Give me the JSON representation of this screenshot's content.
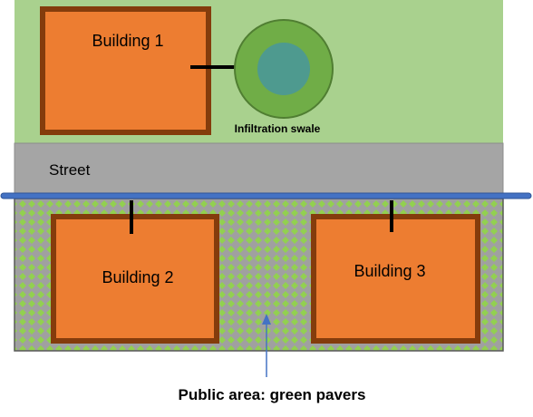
{
  "labels": {
    "building_1": "Building 1",
    "building_2": "Building 2",
    "building_3": "Building 3",
    "swale": "Infiltration swale",
    "street": "Street",
    "public_area": "Public area: green pavers"
  },
  "colors": {
    "lawn": "#a9d18e",
    "street": "#a5a5a5",
    "building_fill": "#ed7d31",
    "building_border": "#843c0c",
    "swale_outer": "#70ad47",
    "swale_inner": "#4e9a8f",
    "pipe": "#4472c4",
    "paver_base": "#a0a0a0",
    "paver_dot": "#92d050",
    "connector": "#000000",
    "arrow": "#4472c4"
  }
}
